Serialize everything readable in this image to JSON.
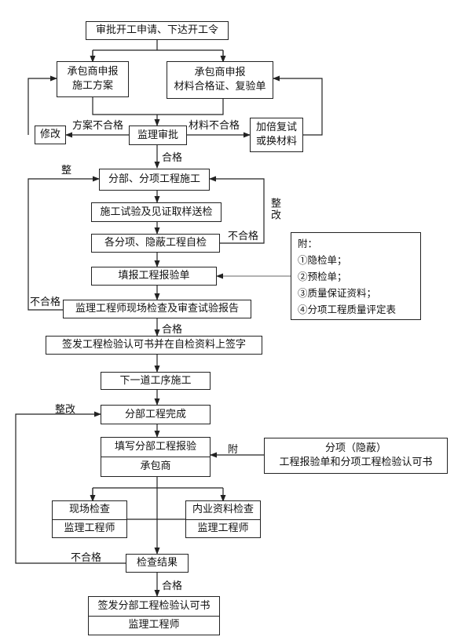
{
  "nodes": {
    "approve_start": "审批开工申请、下达开工令",
    "contractor_plan": [
      "承包商申报",
      "施工方案"
    ],
    "contractor_material": [
      "承包商申报",
      "材料合格证、复验单"
    ],
    "revise": "修改",
    "supervisor_approve": "监理审批",
    "retest": [
      "加倍复试",
      "或换材料"
    ],
    "sub_construction": "分部、分项工程施工",
    "sampling": "施工试验及见证取样送检",
    "self_check": "各分项、隐蔽工程自检",
    "fill_report": "填报工程报验单",
    "field_check": "监理工程师现场检查及审查试验报告",
    "issue_permit": "签发工程检验认可书并在自检资料上签字",
    "next_process": "下一道工序施工",
    "division_complete": "分部工程完成",
    "fill_division": [
      "填写分部工程报验",
      "承包商"
    ],
    "subitem_hidden": [
      "分项（隐蔽）",
      "工程报验单和分项工程检验认可书"
    ],
    "site_inspection": [
      "现场检查",
      "监理工程师"
    ],
    "document_check": [
      "内业资料检查",
      "监理工程师"
    ],
    "inspection_result": "检查结果",
    "issue_division": [
      "签发分部工程检验认可书",
      "监理工程师"
    ]
  },
  "edge_labels": {
    "plan_fail": "方案不合格",
    "material_fail": "材料不合格",
    "pass1": "合格",
    "rectify_left": "整",
    "rectify_right": "整改",
    "fail_self": "不合格",
    "fail_field": "不合格",
    "pass2": "合格",
    "rectify_division": "整改",
    "attach": "附",
    "fail_result": "不合格",
    "pass3": "合格"
  },
  "attachment": {
    "title": "附：",
    "items": [
      "①隐检单；",
      "②预检单；",
      "③质量保证资料；",
      "④分项工程质量评定表"
    ]
  }
}
